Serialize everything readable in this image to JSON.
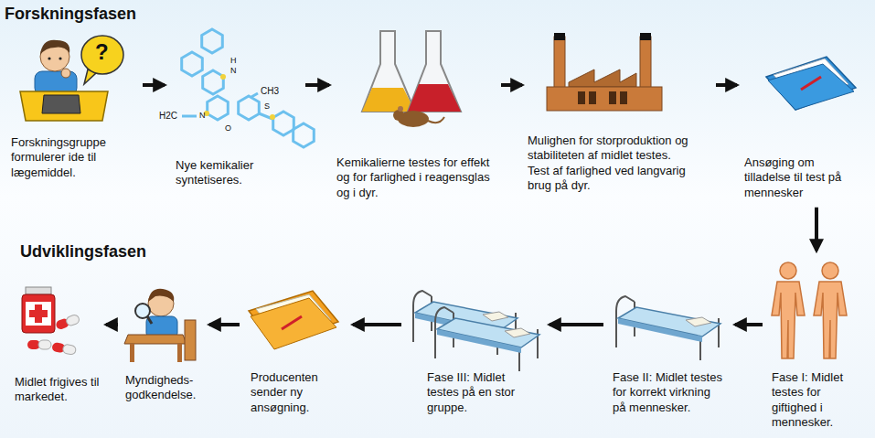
{
  "diagram": {
    "nodes": [
      {
        "text": [
          "Forskningsgruppe formulerer ide til lægemiddel."
        ]
      },
      {
        "text": [
          "Nye kemikalier syntetiseres."
        ]
      },
      {
        "text": [
          "Kemikalierne testes for effekt og for farlighed i reagensglas og i dyr."
        ]
      },
      {
        "text": [
          "Mulighen for storproduktion og stabiliteten af midlet testes. Test af farlighed ved langvarig brug på dyr."
        ]
      },
      {
        "text": [
          "Ansøging om tilladelse til test på mennesker"
        ]
      },
      {
        "text": [
          "Fase I: Midlet testes for giftighed i mennesker."
        ]
      },
      {
        "text": [
          "Fase II: Midlet testes for korrekt virkning på mennesker."
        ]
      },
      {
        "text": [
          "Fase III: Midlet testes på en stor gruppe."
        ]
      },
      {
        "text": [
          "Producenten sender ny ansøgning."
        ]
      },
      {
        "text": [
          "Myndigheds- godkendelse."
        ]
      },
      {
        "text": [
          "Midlet frigives til markedet."
        ]
      }
    ],
    "edges": [
      {
        "from": 0,
        "to": 1,
        "arrow": "to"
      },
      {
        "from": 1,
        "to": 2,
        "arrow": "to"
      },
      {
        "from": 2,
        "to": 3,
        "arrow": "to"
      },
      {
        "from": 3,
        "to": 4,
        "arrow": "to"
      },
      {
        "from": 4,
        "to": 5,
        "arrow": "to"
      },
      {
        "from": 5,
        "to": 6,
        "arrow": "to"
      },
      {
        "from": 6,
        "to": 7,
        "arrow": "to"
      },
      {
        "from": 7,
        "to": 8,
        "arrow": "to"
      },
      {
        "from": 8,
        "to": 9,
        "arrow": "to"
      },
      {
        "from": 9,
        "to": 10,
        "arrow": "to"
      }
    ],
    "labels": [
      "Forskningsfasen",
      "Udviklingsfasen",
      "?",
      "H",
      "N",
      "CH3",
      "H2C",
      "N",
      "O",
      "S"
    ]
  }
}
